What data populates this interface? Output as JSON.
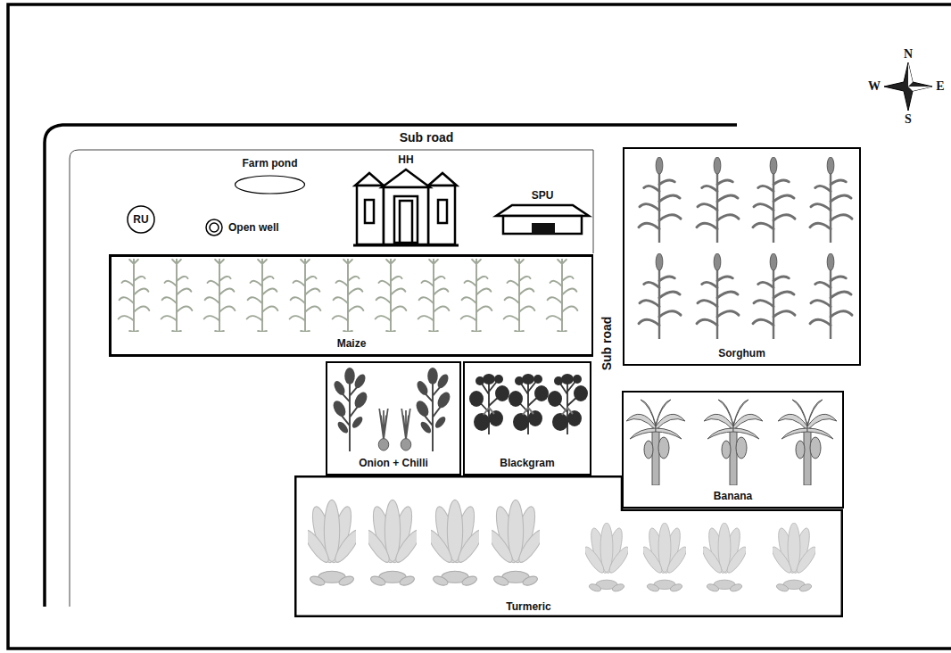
{
  "diagram": {
    "nodes": [
      {
        "text": [
          "Farm pond"
        ]
      },
      {
        "text": [
          "HH"
        ]
      },
      {
        "text": [
          "SPU"
        ]
      },
      {
        "text": [
          "RU"
        ]
      },
      {
        "text": [
          "Open well"
        ]
      },
      {
        "text": [
          "Sorghum"
        ]
      },
      {
        "text": [
          "Maize"
        ]
      },
      {
        "text": [
          "Onion + Chilli"
        ]
      },
      {
        "text": [
          "Blackgram"
        ]
      },
      {
        "text": [
          "Banana"
        ]
      },
      {
        "text": [
          "Turmeric"
        ]
      }
    ],
    "labels": [
      "Sub road",
      "Sub road",
      "N",
      "W",
      "E",
      "S"
    ]
  }
}
